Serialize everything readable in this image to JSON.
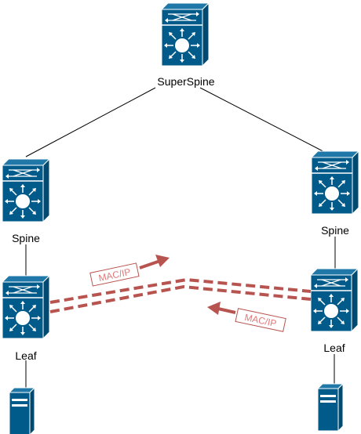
{
  "nodes": {
    "superspine": {
      "label": "SuperSpine"
    },
    "spine_left": {
      "label": "Spine"
    },
    "spine_right": {
      "label": "Spine"
    },
    "leaf_left": {
      "label": "Leaf"
    },
    "leaf_right": {
      "label": "Leaf"
    }
  },
  "annotations": {
    "tag_upper": "MAC/IP",
    "tag_lower": "MAC/IP"
  },
  "colors": {
    "device": "#005b8a",
    "device_light": "#1f78a8",
    "link": "#000000",
    "tunnel": "#b85450",
    "tag_text": "#e07a7a"
  },
  "icons": {
    "switch": "multilayer-switch-icon",
    "server": "server-icon"
  }
}
